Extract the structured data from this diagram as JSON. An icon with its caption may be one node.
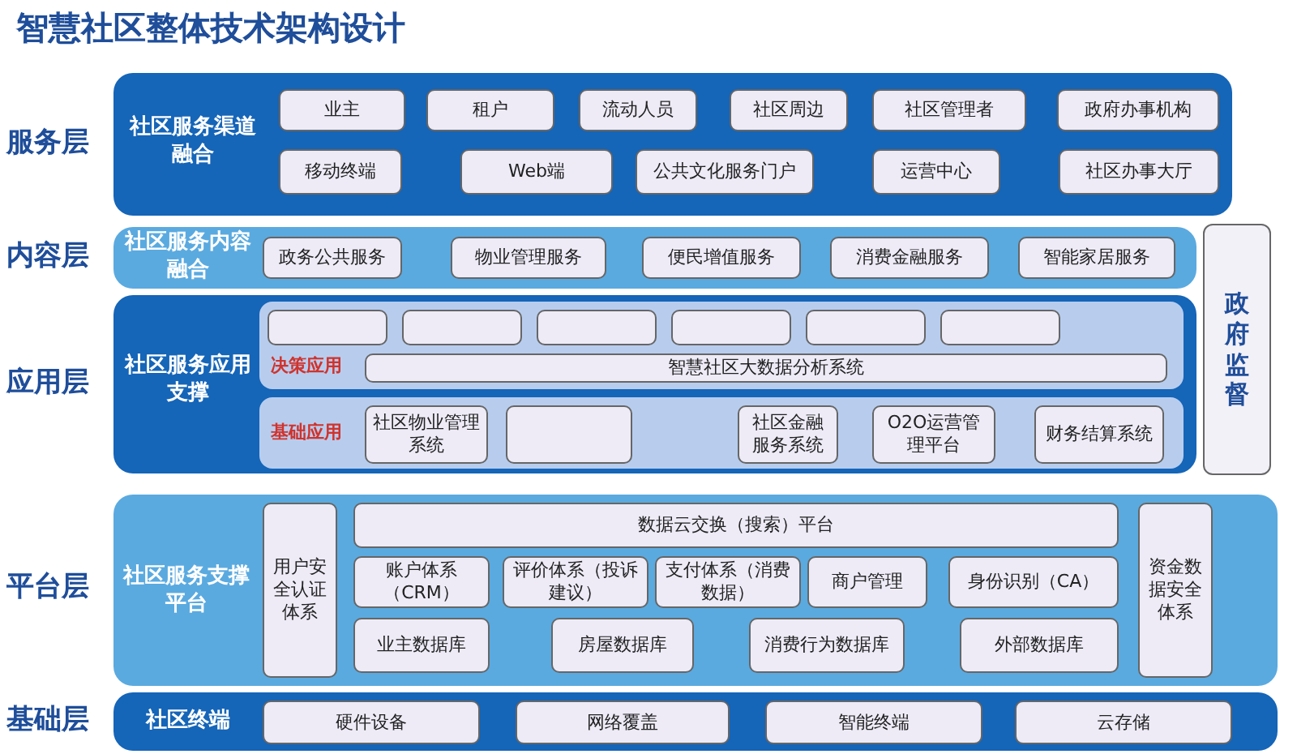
{
  "diagram": {
    "title": "智慧社区整体技术架构设计",
    "nodes": [
      {
        "text": [
          "社区服务渠道融合"
        ]
      },
      {
        "text": [
          "业主"
        ],
        "in": 0
      },
      {
        "text": [
          "租户"
        ],
        "in": 0
      },
      {
        "text": [
          "流动人员"
        ],
        "in": 0
      },
      {
        "text": [
          "社区周边"
        ],
        "in": 0
      },
      {
        "text": [
          "社区管理者"
        ],
        "in": 0
      },
      {
        "text": [
          "政府办事机构"
        ],
        "in": 0
      },
      {
        "text": [
          "移动终端"
        ],
        "in": 0
      },
      {
        "text": [
          "Web端"
        ],
        "in": 0
      },
      {
        "text": [
          "公共文化服务门户"
        ],
        "in": 0
      },
      {
        "text": [
          "运营中心"
        ],
        "in": 0
      },
      {
        "text": [
          "社区办事大厅"
        ],
        "in": 0
      },
      {
        "text": [
          "社区服务内容融合"
        ]
      },
      {
        "text": [
          "政务公共服务"
        ],
        "in": 12
      },
      {
        "text": [
          "物业管理服务"
        ],
        "in": 12
      },
      {
        "text": [
          "便民增值服务"
        ],
        "in": 12
      },
      {
        "text": [
          "消费金融服务"
        ],
        "in": 12
      },
      {
        "text": [
          "智能家居服务"
        ],
        "in": 12
      },
      {
        "text": [
          "政府监督"
        ]
      },
      {
        "text": [
          "社区服务应用支撑"
        ]
      },
      {
        "text": [
          "决策应用"
        ],
        "in": 19
      },
      {
        "text": [],
        "shape": "box",
        "in": 20
      },
      {
        "text": [],
        "shape": "box",
        "in": 20
      },
      {
        "text": [],
        "shape": "box",
        "in": 20
      },
      {
        "text": [],
        "shape": "box",
        "in": 20
      },
      {
        "text": [],
        "shape": "box",
        "in": 20
      },
      {
        "text": [],
        "shape": "box",
        "in": 20
      },
      {
        "text": [
          "智慧社区大数据分析系统"
        ],
        "in": 20
      },
      {
        "text": [
          "基础应用"
        ],
        "in": 19
      },
      {
        "text": [
          "社区物业管理系统"
        ],
        "in": 28
      },
      {
        "text": [],
        "shape": "box",
        "in": 28
      },
      {
        "text": [
          "社区金融服务系统"
        ],
        "in": 28
      },
      {
        "text": [
          "O2O运营管理平台"
        ],
        "in": 28
      },
      {
        "text": [
          "财务结算系统"
        ],
        "in": 28
      },
      {
        "text": [
          "社区服务支撑平台"
        ]
      },
      {
        "text": [
          "用户安全认证体系"
        ],
        "in": 34
      },
      {
        "text": [
          "数据云交换（搜索）平台"
        ],
        "in": 34
      },
      {
        "text": [
          "账户体系（CRM）"
        ],
        "in": 34
      },
      {
        "text": [
          "评价体系（投诉建议）"
        ],
        "in": 34
      },
      {
        "text": [
          "支付体系（消费数据）"
        ],
        "in": 34
      },
      {
        "text": [
          "商户管理"
        ],
        "in": 34
      },
      {
        "text": [
          "身份识别（CA）"
        ],
        "in": 34
      },
      {
        "text": [
          "业主数据库"
        ],
        "in": 34
      },
      {
        "text": [
          "房屋数据库"
        ],
        "in": 34
      },
      {
        "text": [
          "消费行为数据库"
        ],
        "in": 34
      },
      {
        "text": [
          "外部数据库"
        ],
        "in": 34
      },
      {
        "text": [
          "资金数据安全体系"
        ],
        "in": 34
      },
      {
        "text": [
          "社区终端"
        ]
      },
      {
        "text": [
          "硬件设备"
        ],
        "in": 47
      },
      {
        "text": [
          "网络覆盖"
        ],
        "in": 47
      },
      {
        "text": [
          "智能终端"
        ],
        "in": 47
      },
      {
        "text": [
          "云存储"
        ],
        "in": 47
      }
    ],
    "labels": [
      "服务层",
      "内容层",
      "应用层",
      "平台层",
      "基础层"
    ]
  }
}
